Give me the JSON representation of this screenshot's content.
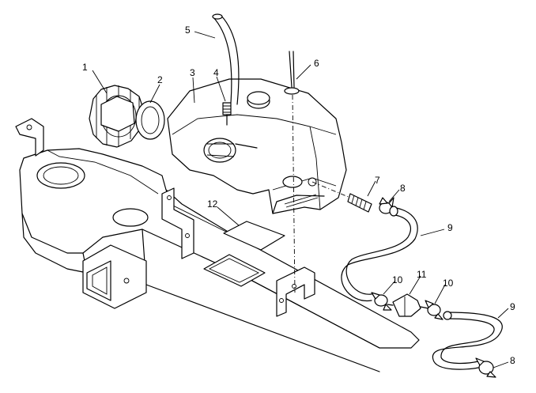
{
  "callouts": {
    "c1": "1",
    "c2": "2",
    "c3": "3",
    "c4": "4",
    "c5": "5",
    "c6": "6",
    "c7": "7",
    "c8a": "8",
    "c8b": "8",
    "c9a": "9",
    "c9b": "9",
    "c10a": "10",
    "c10b": "10",
    "c11": "11",
    "c12": "12"
  },
  "colors": {
    "line": "#000000",
    "background": "#ffffff"
  }
}
